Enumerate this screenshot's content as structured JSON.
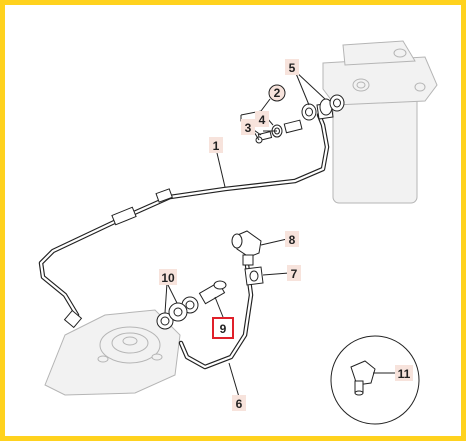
{
  "callouts": {
    "c1": "1",
    "c2": "2",
    "c3": "3",
    "c4": "4",
    "c5": "5",
    "c6": "6",
    "c7": "7",
    "c8": "8",
    "c9": "9",
    "c10": "10",
    "c11": "11"
  },
  "highlight": {
    "frame_color": "#ffd21e",
    "selected_callout_color": "#e0202a",
    "callout_tag_color": "#f7e3dc"
  }
}
